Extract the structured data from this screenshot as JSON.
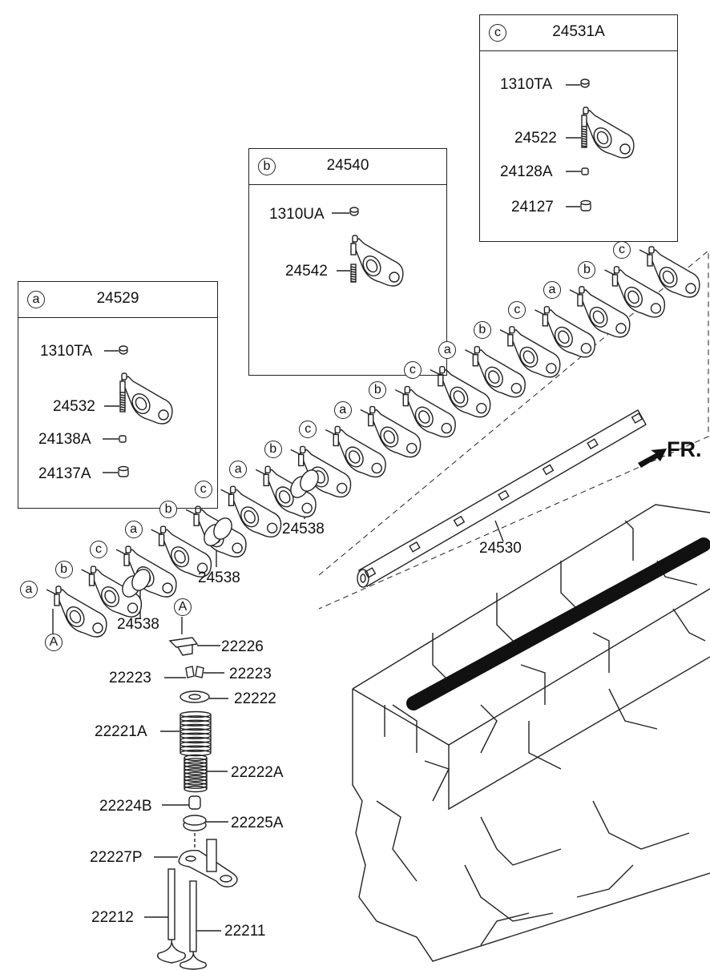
{
  "boxes": {
    "a": {
      "letter": "a",
      "number": "24529",
      "parts": [
        "1310TA",
        "24532",
        "24138A",
        "24137A"
      ]
    },
    "b": {
      "letter": "b",
      "number": "24540",
      "parts": [
        "1310UA",
        "24542"
      ]
    },
    "c": {
      "letter": "c",
      "number": "24531A",
      "parts": [
        "1310TA",
        "24522",
        "24128A",
        "24127"
      ]
    }
  },
  "rocker_callouts": [
    "a",
    "b",
    "c",
    "a",
    "b",
    "c",
    "a",
    "b",
    "c",
    "a",
    "b",
    "c",
    "a",
    "b",
    "c",
    "a",
    "b",
    "c"
  ],
  "ref_a": "A",
  "labels": {
    "shaft": "24530",
    "spacer1": "24538",
    "spacer2": "24538",
    "spacer3": "24538",
    "bridge": "22226",
    "cotter_left": "22223",
    "cotter_right": "22223",
    "retainer": "22222",
    "outer_spring": "22221A",
    "inner_spring": "22222A",
    "stem_seal": "22224B",
    "spring_seat": "22225A",
    "guide_plate": "22227P",
    "valve_a": "22212",
    "valve_b": "22211"
  },
  "front_label": "FR.",
  "colors": {
    "line": "#222222",
    "shaft_dark": "#111111"
  }
}
